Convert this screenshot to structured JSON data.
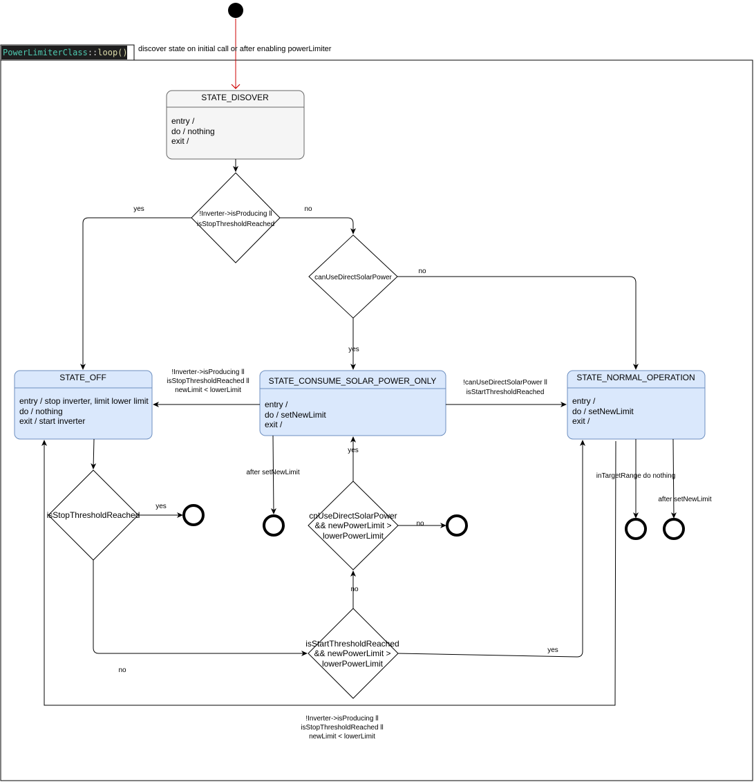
{
  "frame": {
    "class_name": "PowerLimiterClass",
    "scope": "::",
    "method": "loop()",
    "caption": "discover state on initial call or after enabling powerLimiter"
  },
  "states": {
    "discover": {
      "title": "STATE_DISOVER",
      "entry": "entry /",
      "do": "do / nothing",
      "exit": "exit /"
    },
    "off": {
      "title": "STATE_OFF",
      "entry": "entry / stop inverter, limit lower limit",
      "do": "do / nothing",
      "exit": "exit / start inverter"
    },
    "consume": {
      "title": "STATE_CONSUME_SOLAR_POWER_ONLY",
      "entry": "entry /",
      "do": "do / setNewLimit",
      "exit": "exit /"
    },
    "normal": {
      "title": "STATE_NORMAL_OPERATION",
      "entry": "entry /",
      "do": "do / setNewLimit",
      "exit": "exit /"
    }
  },
  "decisions": {
    "d1": [
      "!Inverter->isProducing ll",
      "isStopThresholdReached"
    ],
    "d2": [
      "canUseDirectSolarPower"
    ],
    "d3": [
      "isStopThresholdReached"
    ],
    "d4": [
      "cnUseDirectSolarPower",
      "&& newPowerLimit >",
      "lowerPowerLimit"
    ],
    "d5": [
      "isStartThresholdReached",
      "&& newPowerLimit >",
      "lowerPowerLimit"
    ]
  },
  "labels": {
    "d1_yes": "yes",
    "d1_no": "no",
    "d2_no": "no",
    "d2_yes": "yes",
    "consume_to_off": [
      "!Inverter->isProducing ll",
      "isStopThresholdReached ll",
      "newLimit < lowerLimit"
    ],
    "consume_to_normal": [
      "!canUseDirectSolarPower ll",
      "isStartThresholdReached"
    ],
    "consume_after": "after setNewLimit",
    "d4_yes": "yes",
    "d4_no": "no",
    "d5_no": "no",
    "d3_yes": "yes",
    "d3_no": "no",
    "d5_yes": "yes",
    "normal_intarget": "inTargetRange do nothing",
    "normal_after": "after setNewLimit",
    "normal_to_off": [
      "!Inverter->isProducing ll",
      "isStopThresholdReached ll",
      "newLimit < lowerLimit"
    ]
  },
  "colors": {
    "state_blue_fill": "#dae8fc",
    "state_blue_stroke": "#6c8ebf",
    "state_gray_fill": "#f5f5f5",
    "state_gray_stroke": "#666666",
    "initial_arrow": "#cc0000"
  }
}
